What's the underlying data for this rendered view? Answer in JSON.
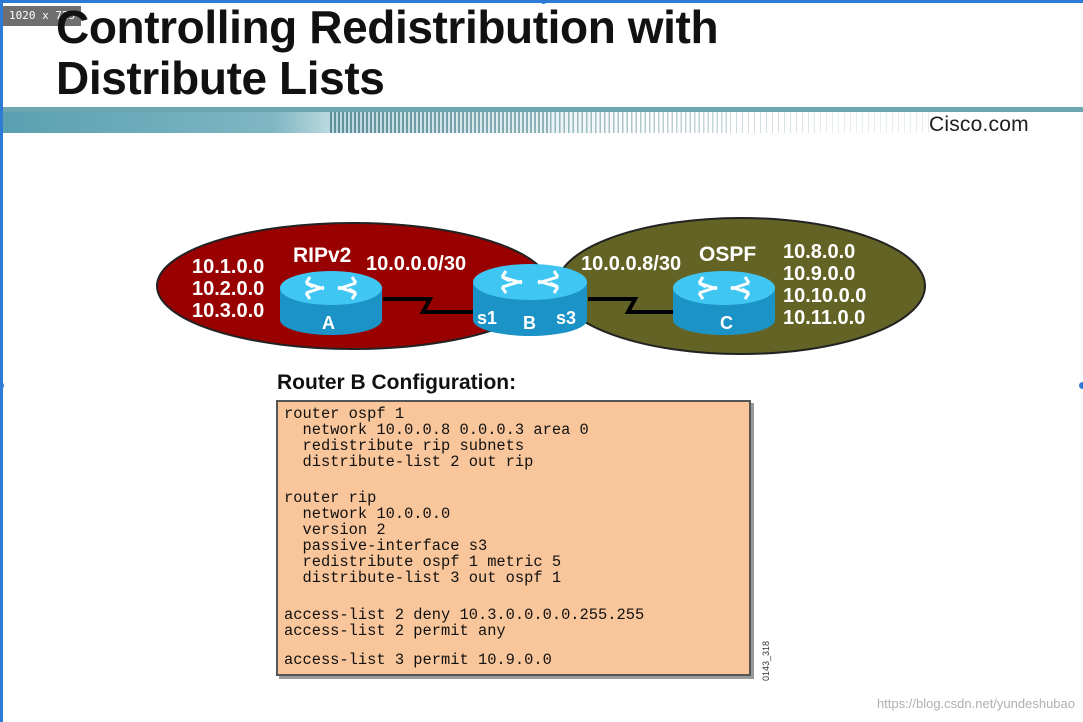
{
  "badge": {
    "size_label": "1020 x 725"
  },
  "slide": {
    "title_line1": "Controlling Redistribution with",
    "title_line2": "Distribute Lists",
    "logo": "Cisco.com"
  },
  "diagram": {
    "domains": [
      {
        "label": "RIPv2",
        "color": "#990000",
        "networks": [
          "10.1.0.0",
          "10.2.0.0",
          "10.3.0.0"
        ]
      },
      {
        "label": "OSPF",
        "color": "#636326",
        "networks": [
          "10.8.0.0",
          "10.9.0.0",
          "10.10.0.0",
          "10.11.0.0"
        ]
      }
    ],
    "routers": [
      {
        "name": "A"
      },
      {
        "name": "B"
      },
      {
        "name": "C"
      }
    ],
    "links": [
      {
        "subnet": "10.0.0.0/30"
      },
      {
        "subnet": "10.0.0.8/30"
      }
    ],
    "interfaces": {
      "left": "s1",
      "right": "s3"
    },
    "colors": {
      "router_top": "#40c6f2",
      "router_side": "#1b93c6",
      "text": "#ffffff"
    }
  },
  "config": {
    "heading": "Router B Configuration:",
    "lines": [
      "router ospf 1",
      "  network 10.0.0.8 0.0.0.3 area 0",
      "  redistribute rip subnets",
      "  distribute-list 2 out rip",
      "",
      "router rip",
      "  network 10.0.0.0",
      "  version 2",
      "  passive-interface s3",
      "  redistribute ospf 1 metric 5",
      "  distribute-list 3 out ospf 1",
      "",
      "access-list 2 deny 10.3.0.0.0.0.255.255",
      "access-list 2 permit any",
      "",
      "access-list 3 permit 10.9.0.0"
    ],
    "figure_code": "0143_318"
  },
  "watermark": "https://blog.csdn.net/yundeshubao"
}
